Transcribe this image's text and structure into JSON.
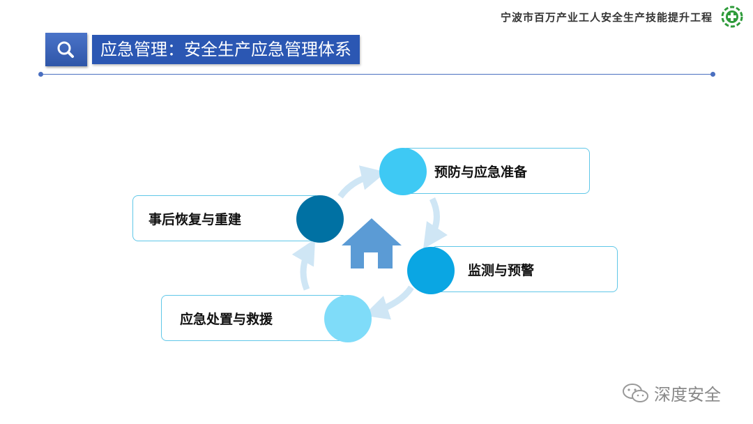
{
  "header": {
    "org_text": "宁波市百万产业工人安全生产技能提升工程"
  },
  "slide": {
    "title": "应急管理：安全生产应急管理体系"
  },
  "cycle": {
    "items": [
      {
        "label": "预防与应急准备",
        "color": "#3ec9f4"
      },
      {
        "label": "监测与预警",
        "color": "#0aa6e3"
      },
      {
        "label": "应急处置与救援",
        "color": "#7fdcf9"
      },
      {
        "label": "事后恢复与重建",
        "color": "#0071a3"
      }
    ],
    "arrow_color": "#cfe6f5",
    "house_color": "#5b9bd5"
  },
  "watermark": {
    "text": "深度安全"
  }
}
